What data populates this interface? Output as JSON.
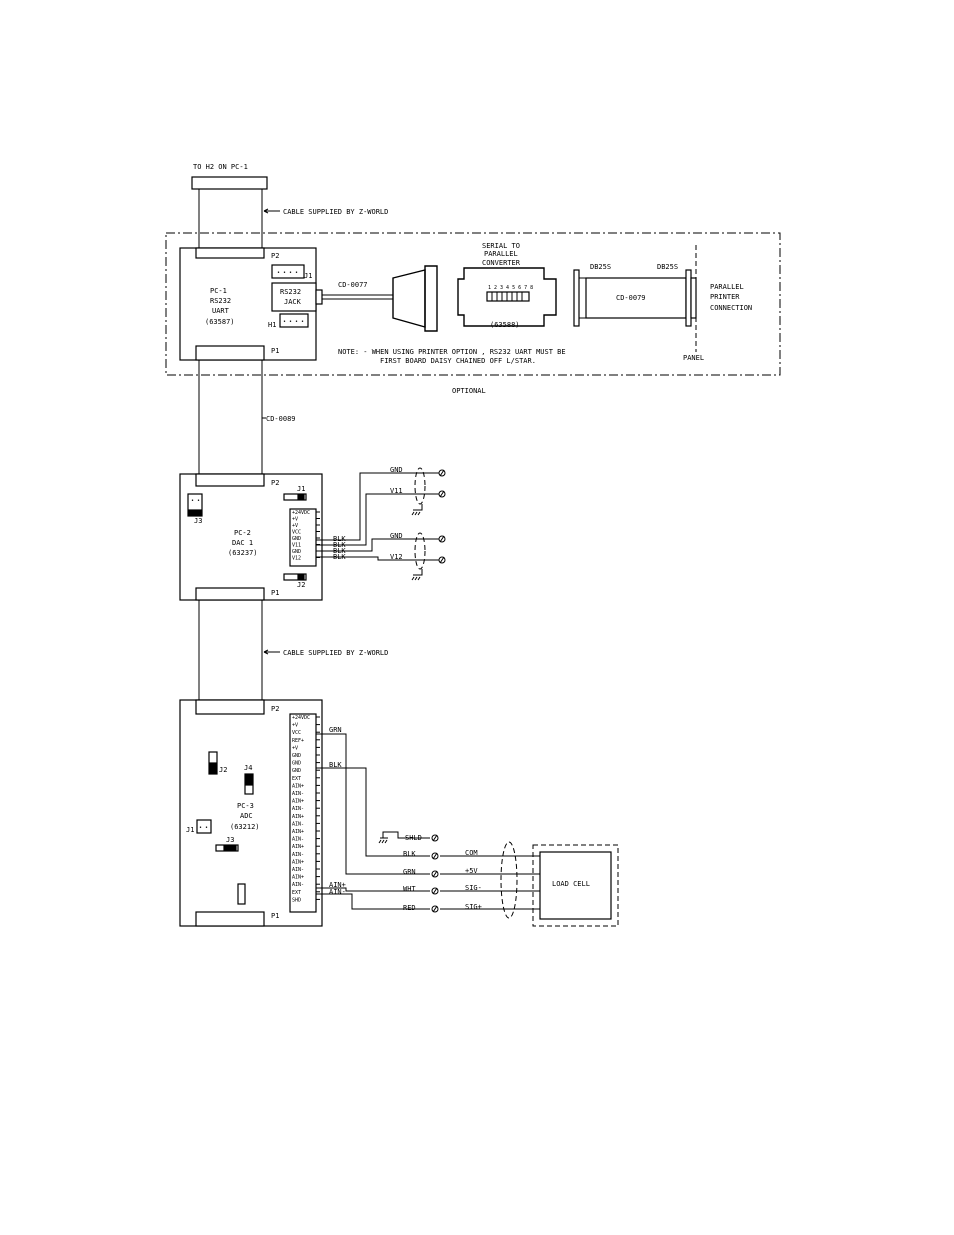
{
  "top": {
    "cable_label": "TO H2 ON PC-1",
    "cable_supplied_1": "CABLE SUPPLIED BY Z-WORLD"
  },
  "optional_section": {
    "label": "OPTIONAL",
    "pc1": {
      "name": "PC-1",
      "type": "RS232",
      "sub": "UART",
      "part": "(63587)",
      "p2": "P2",
      "p1": "P1",
      "j1": "J1",
      "h1": "H1",
      "jack_line1": "RS232",
      "jack_line2": "JACK"
    },
    "cable_cd0077": "CD-0077",
    "converter": {
      "title_line1": "SERIAL TO",
      "title_line2": "PARALLEL",
      "title_line3": "CONVERTER",
      "part": "(63588)",
      "dip_numbers": "1 2 3 4 5 6 7 8"
    },
    "db25s_left": "DB25S",
    "db25s_right": "DB25S",
    "cable_cd0079": "CD-0079",
    "printer_line1": "PARALLEL",
    "printer_line2": "PRINTER",
    "printer_line3": "CONNECTION",
    "panel": "PANEL",
    "note_line1": "NOTE: - WHEN USING PRINTER OPTION , RS232 UART MUST BE",
    "note_line2": "FIRST BOARD DAISY CHAINED OFF L/STAR."
  },
  "cable_cd0089": "CD-0089",
  "pc2": {
    "name": "PC-2",
    "type": "DAC 1",
    "part": "(63237)",
    "p2": "P2",
    "p1": "P1",
    "j1": "J1",
    "j2": "J2",
    "j3": "J3",
    "pins": [
      "+24VDC",
      "+V",
      "+V",
      "VCC",
      "GND",
      "V11",
      "GND",
      "V12"
    ],
    "wires": [
      "BLK",
      "BLK",
      "BLK",
      "BLK"
    ],
    "out1_gnd": "GND",
    "out1_v": "V11",
    "out2_gnd": "GND",
    "out2_v": "V12"
  },
  "cable_supplied_2": "CABLE SUPPLIED BY Z-WORLD",
  "pc3": {
    "name": "PC-3",
    "type": "ADC",
    "part": "(63212)",
    "p2": "P2",
    "p1": "P1",
    "j1": "J1",
    "j2": "J2",
    "j3": "J3",
    "j4": "J4",
    "pins": [
      "+24VDC",
      "+V",
      "VCC",
      "REF+",
      "+V",
      "GND",
      "GND",
      "GND",
      "EXT",
      "AIN+",
      "AIN-",
      "AIN+",
      "AIN-",
      "AIN+",
      "AIN-",
      "AIN+",
      "AIN-",
      "AIN+",
      "AIN-",
      "AIN+",
      "AIN-",
      "AIN+",
      "AIN-",
      "EXT",
      "SHD"
    ],
    "wire_grn": "GRN",
    "wire_blk": "BLK",
    "wire_ain_plus": "AIN+",
    "wire_ain_minus": "AIN-"
  },
  "load_cell": {
    "label": "LOAD CELL",
    "shld": "SHLD",
    "wires": [
      {
        "color": "BLK",
        "signal": "COM"
      },
      {
        "color": "GRN",
        "signal": "+5V"
      },
      {
        "color": "WHT",
        "signal": "SIG-"
      },
      {
        "color": "RED",
        "signal": "SIG+"
      }
    ]
  }
}
